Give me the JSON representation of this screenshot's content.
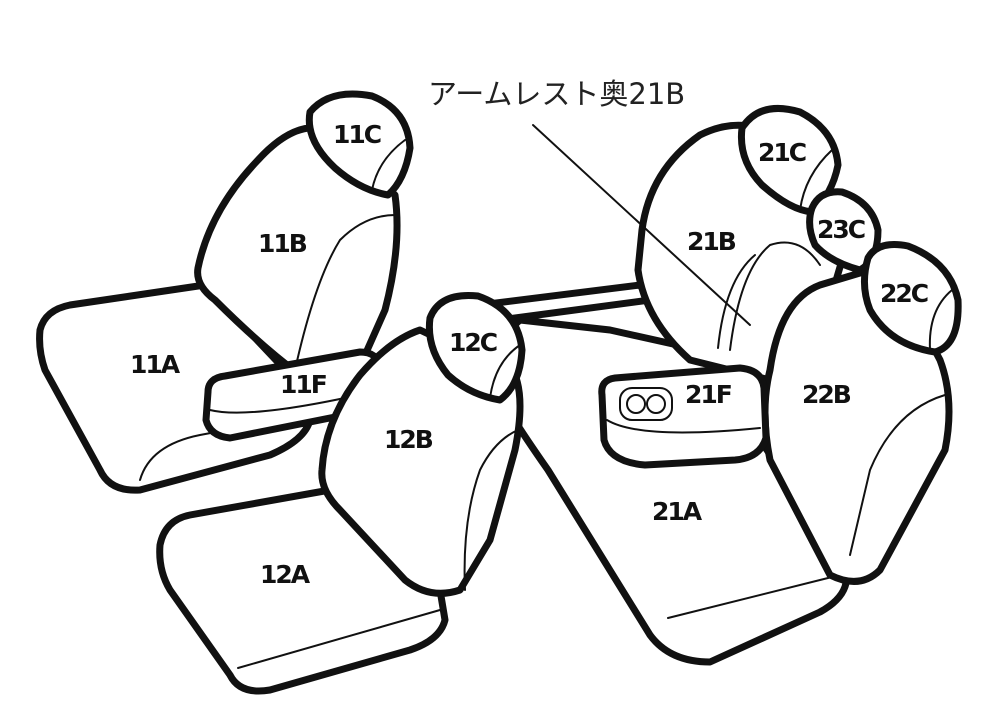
{
  "callout": {
    "text": "アームレスト奥21B"
  },
  "labels": {
    "l11A": "11A",
    "l11B": "11B",
    "l11C": "11C",
    "l11F": "11F",
    "l12A": "12A",
    "l12B": "12B",
    "l12C": "12C",
    "l21A": "21A",
    "l21B": "21B",
    "l21C": "21C",
    "l21F": "21F",
    "l22B": "22B",
    "l22C": "22C",
    "l23C": "23C"
  },
  "colors": {
    "line": "#111111",
    "fill": "#ffffff"
  }
}
